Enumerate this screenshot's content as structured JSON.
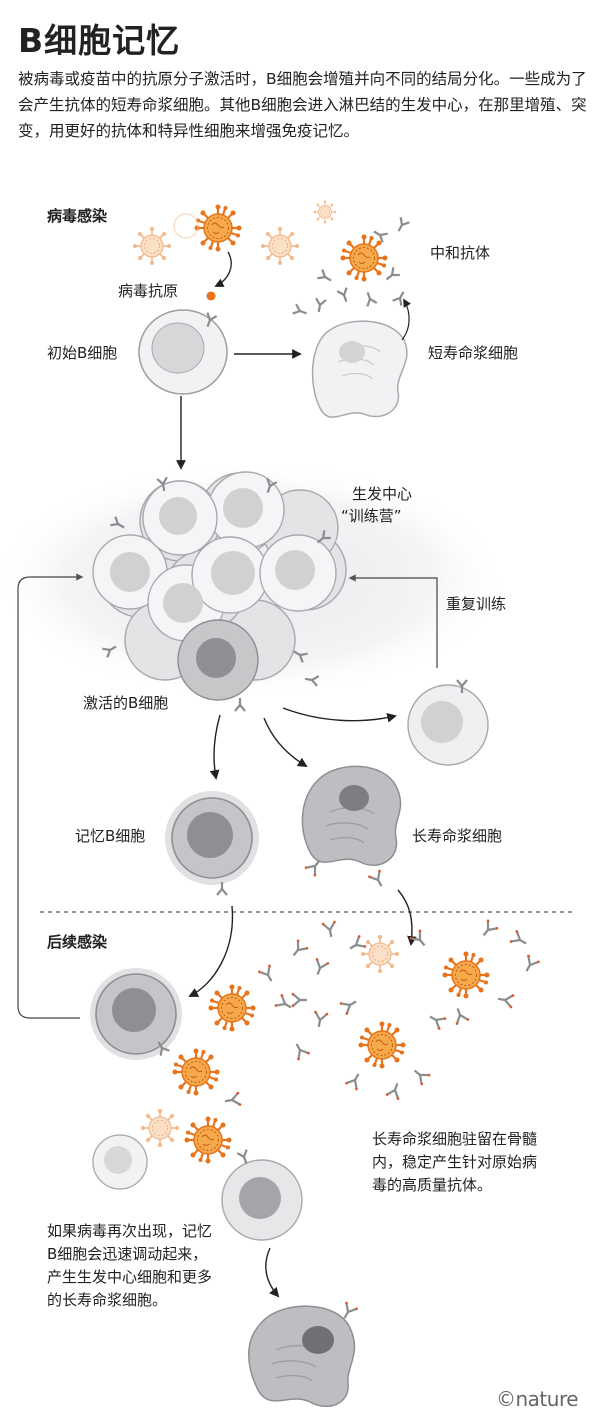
{
  "title": "B细胞记忆",
  "intro": "被病毒或疫苗中的抗原分子激活时，B细胞会增殖并向不同的结局分化。一些成为了会产生抗体的短寿命浆细胞。其他B细胞会进入淋巴结的生发中心，在那里增殖、突变，用更好的抗体和特异性细胞来增强免疫记忆。",
  "labels": {
    "virus_infection": "病毒感染",
    "neutralizing_antibody": "中和抗体",
    "viral_antigen": "病毒抗原",
    "naive_b_cell": "初始B细胞",
    "short_lived_plasma_cell": "短寿命浆细胞",
    "germinal_center_line1": "生发中心",
    "germinal_center_line2": "“训练营”",
    "repeat_training": "重复训练",
    "activated_b_cell": "激活的B细胞",
    "memory_b_cell": "记忆B细胞",
    "long_lived_plasma_cell": "长寿命浆细胞",
    "subsequent_infection": "后续感染",
    "bone_marrow_note": "长寿命浆细胞驻留在骨髓内，稳定产生针对原始病毒的高质量抗体。",
    "reinfection_note": "如果病毒再次出现，记忆B细胞会迅速调动起来，产生生发中心细胞和更多的长寿命浆细胞。",
    "credit": "©nature"
  },
  "colors": {
    "virus_orange": "#e8731a",
    "virus_core": "#f6a94b",
    "virus_faded": "#f3b88a",
    "cell_light": "#eeeff0",
    "cell_mid": "#c9cacc",
    "cell_dark": "#8e8f92",
    "antibody": "#8a8c90",
    "antibody_tip": "#d9532b"
  },
  "icons": [
    "virus-icon",
    "antibody-icon",
    "arrow-icon"
  ]
}
